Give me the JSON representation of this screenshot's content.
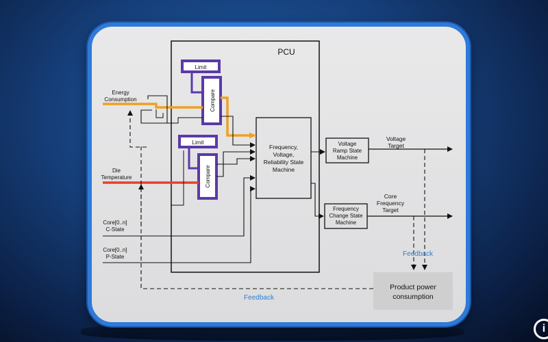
{
  "pcu_title": "PCU",
  "limit_label": "Limit",
  "compare_label": "Compare",
  "inputs": {
    "energy": [
      "Energy",
      "Consumption"
    ],
    "die_temp": [
      "Die",
      "Temperature"
    ],
    "c_state": [
      "Core[0..n]",
      "C-State"
    ],
    "p_state": [
      "Core[0..n]",
      "P-State"
    ]
  },
  "fvr_state_machine": [
    "Frequency,",
    "Voltage,",
    "Reliability State",
    "Machine"
  ],
  "voltage_ramp": [
    "Voltage",
    "Ramp State",
    "Machine"
  ],
  "freq_change": [
    "Frequency",
    "Change State",
    "Machine"
  ],
  "outputs": {
    "voltage_target": [
      "Voltage",
      "Target"
    ],
    "core_freq_target": [
      "Core",
      "Frequency",
      "Target"
    ]
  },
  "feedback_right": "Feedback",
  "feedback_bottom": "Feedback",
  "product_power": [
    "Product power",
    "consumption"
  ],
  "colors": {
    "slide_border": "#2f7ad8",
    "energy_line": "#f0a020",
    "temperature_line": "#e8402a",
    "compare_box": "#5b3aa6",
    "feedback_text": "#2a7fd4"
  },
  "corner_logo": "i"
}
